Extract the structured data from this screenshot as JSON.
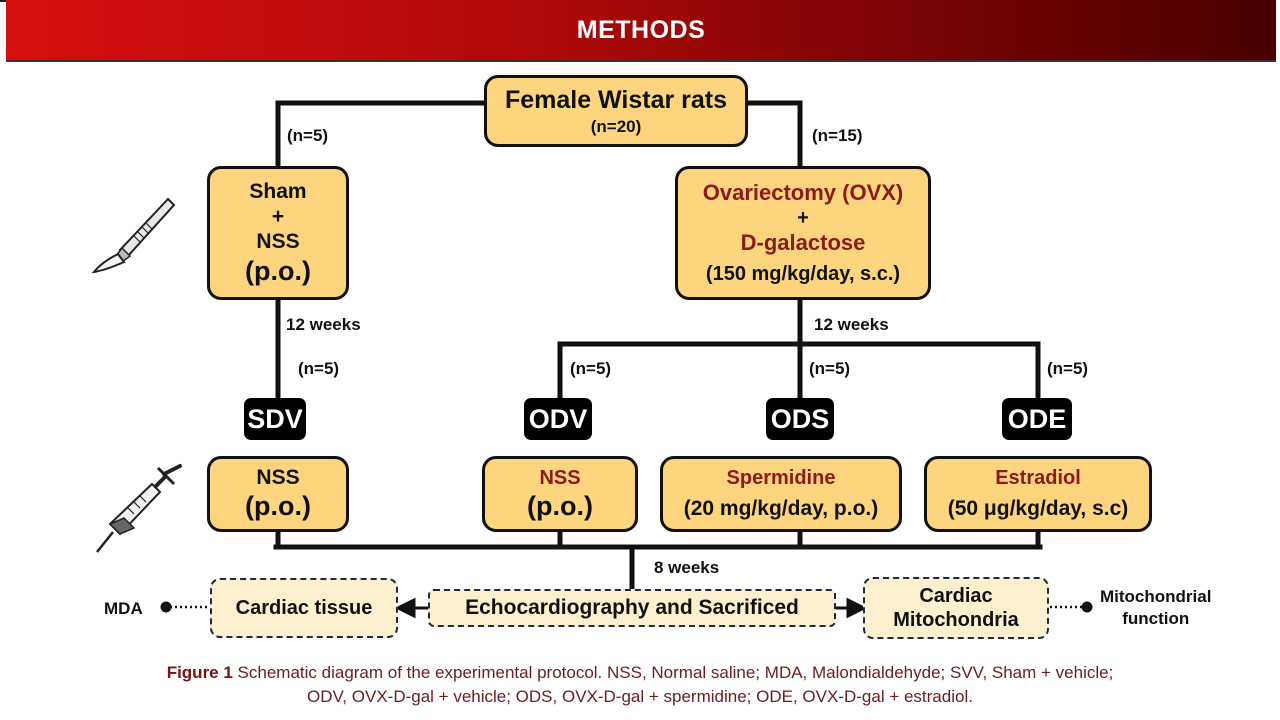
{
  "header": {
    "title": "METHODS"
  },
  "top_box": {
    "title": "Female Wistar rats",
    "n": "(n=20)"
  },
  "left_branch": {
    "n": "(n=5)",
    "line1": "Sham",
    "plus": "+",
    "line2": "NSS",
    "line3": "(p.o.)",
    "duration": "12 weeks",
    "n_group": "(n=5)"
  },
  "right_branch": {
    "n": "(n=15)",
    "line1": "Ovariectomy (OVX)",
    "plus": "+",
    "line2": "D-galactose",
    "line3": "(150 mg/kg/day, s.c.)",
    "duration": "12 weeks"
  },
  "groups": [
    {
      "tag": "SDV",
      "n": "(n=5)",
      "line1": "NSS",
      "line2": "(p.o.)"
    },
    {
      "tag": "ODV",
      "n": "(n=5)",
      "line1": "NSS",
      "line2": "(p.o.)"
    },
    {
      "tag": "ODS",
      "n": "(n=5)",
      "line1": "Spermidine",
      "line2": "(20 mg/kg/day, p.o.)"
    },
    {
      "tag": "ODE",
      "n": "(n=5)",
      "line1": "Estradiol",
      "line2": "(50 μg/kg/day, s.c)"
    }
  ],
  "final": {
    "duration": "8 weeks",
    "center": "Echocardiography and Sacrificed",
    "left": "Cardiac tissue",
    "left_measure": "MDA",
    "right_line1": "Cardiac",
    "right_line2": "Mitochondria",
    "right_measure_line1": "Mitochondrial",
    "right_measure_line2": "function"
  },
  "caption": {
    "label": "Figure 1",
    "line1": "Schematic diagram of the experimental protocol. NSS, Normal saline; MDA, Malondialdehyde; SVV, Sham + vehicle;",
    "line2": "ODV, OVX-D-gal + vehicle; ODS, OVX-D-gal + spermidine; ODE, OVX-D-gal + estradiol."
  },
  "icons": {
    "scalpel": "scalpel-icon",
    "syringe": "syringe-icon"
  },
  "colors": {
    "header_start": "#d50f0f",
    "header_end": "#4a0000",
    "box_fill": "#fcd57e",
    "dashed_fill": "#fdf0cf",
    "accent_text": "#8b1a1a"
  }
}
